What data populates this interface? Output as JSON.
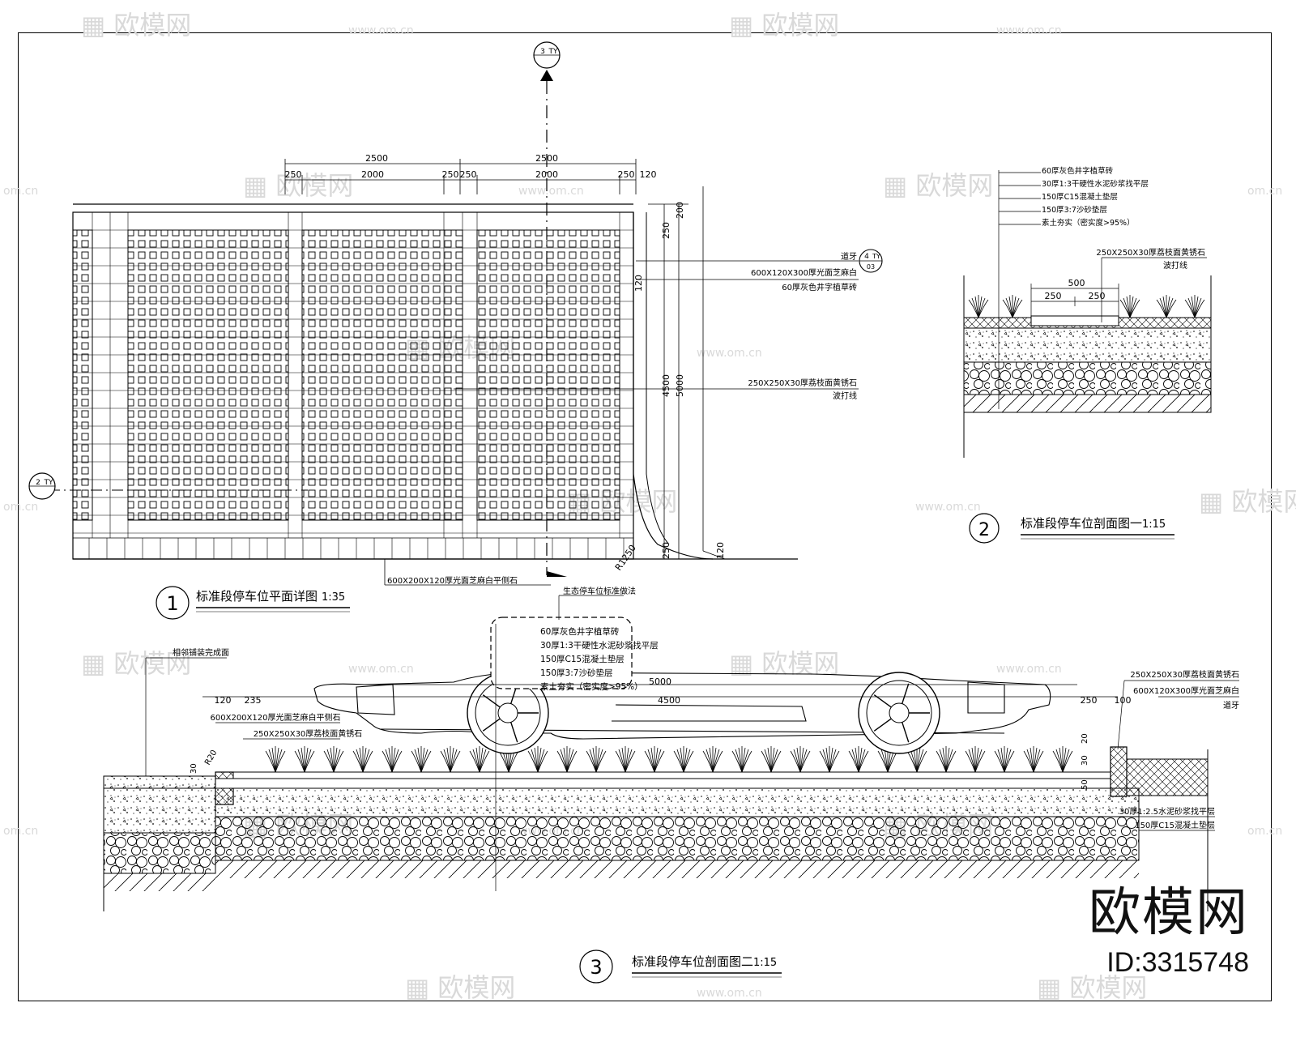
{
  "watermark": {
    "brand": "欧模网",
    "site": "www.om.cn",
    "site_short": "om.cn"
  },
  "brand_corner": {
    "name": "欧模网",
    "id": "ID:3315748"
  },
  "plan": {
    "title_num": "1",
    "title": "标准段停车位平面详图",
    "scale": "1:35",
    "dims_top_total": [
      "2500",
      "2500"
    ],
    "dims_top_parts": [
      "250",
      "2000",
      "250",
      "250",
      "2000",
      "250"
    ],
    "dim_120_top": "120",
    "dims_right": [
      "250",
      "200",
      "120",
      "4500",
      "5000",
      "250",
      "120"
    ],
    "radius": "R1250",
    "callout_1": "600X120X300厚光面芝麻白",
    "callout_1b": "道牙",
    "callout_2": "60厚灰色井字植草砖",
    "callout_3": "250X250X30厚荔枝面黄锈石",
    "callout_3b": "波打线",
    "callout_bottom": "600X200X120厚光面芝麻白平侧石",
    "section_ref_top": {
      "num": "3",
      "sheet": "TY"
    },
    "section_ref_left": {
      "num": "2",
      "sheet": "TY"
    },
    "detail_ref": {
      "num": "4",
      "sheet": "TY",
      "page": "03"
    }
  },
  "section1": {
    "title_num": "2",
    "title": "标准段停车位剖面图一",
    "scale": "1:15",
    "layers": [
      "60厚灰色井字植草砖",
      "30厚1:3干硬性水泥砂浆找平层",
      "150厚C15混凝土垫层",
      "150厚3:7沙砂垫层",
      "素土夯实（密实度>95%）"
    ],
    "callout": "250X250X30厚荔枝面黄锈石",
    "callout_b": "波打线",
    "dims": [
      "500",
      "250",
      "250"
    ]
  },
  "section2": {
    "title_num": "3",
    "title": "标准段停车位剖面图二",
    "scale": "1:15",
    "header": "生态停车位标准做法",
    "layers": [
      "60厚灰色井字植草砖",
      "30厚1:3干硬性水泥砂浆找平层",
      "150厚C15混凝土垫层",
      "150厚3:7沙砂垫层",
      "素土夯实（密实度>95%）"
    ],
    "left_top": "相邻铺装完成面",
    "left_callout_1": "600X200X120厚光面芝麻白平侧石",
    "left_callout_2": "250X250X30厚荔枝面黄锈石",
    "right_callout_1": "250X250X30厚荔枝面黄锈石",
    "right_callout_2": "600X120X300厚光面芝麻白",
    "right_callout_3": "道牙",
    "right_callout_4": "30厚1:2.5水泥砂浆找平层",
    "right_callout_5": "150厚C15混凝土垫层",
    "dims": [
      "5000",
      "4500",
      "120",
      "235",
      "250",
      "100",
      "20",
      "30",
      "50",
      "30",
      "R20"
    ]
  }
}
